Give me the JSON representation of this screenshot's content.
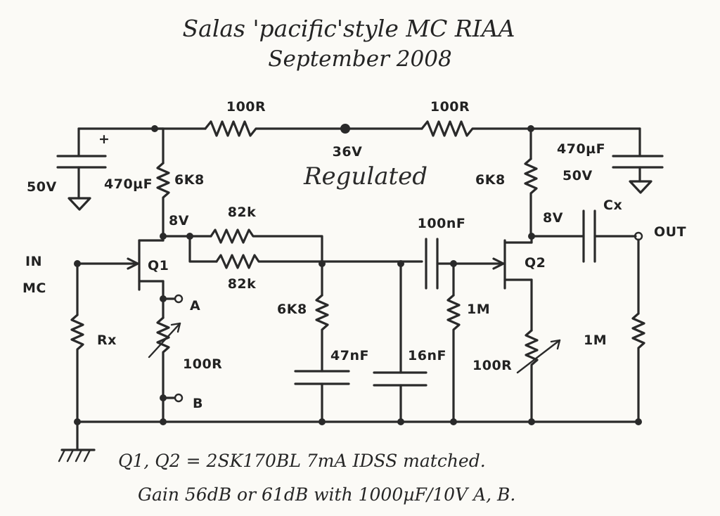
{
  "title": {
    "line1": "Salas 'pacific'style MC RIAA",
    "line2": "September 2008"
  },
  "rail": {
    "voltage": "36V",
    "note": "Regulated"
  },
  "components": {
    "r_top_left": "100R",
    "r_top_right": "100R",
    "c_left": "470µF",
    "c_left_volt": "50V",
    "c_left_plus": "+",
    "r_drain1": "6K8",
    "node_q1": "8V",
    "r_fb1": "82k",
    "r_fb2": "82k",
    "q1": "Q1",
    "q2": "Q2",
    "in_label": "IN",
    "mc_label": "MC",
    "rx": "Rx",
    "point_a": "A",
    "point_b": "B",
    "pot1": "100R",
    "r_mid": "6K8",
    "c47": "47nF",
    "c16": "16nF",
    "c100": "100nF",
    "r1m_left": "1M",
    "pot2": "100R",
    "r_drain2": "6K8",
    "c_right": "470µF",
    "c_right_volt": "50V",
    "node_q2": "8V",
    "cx": "Cx",
    "out_label": "OUT",
    "r1m_out": "1M"
  },
  "notes": {
    "line1": "Q1, Q2 = 2SK170BL 7mA IDSS matched.",
    "line2": "Gain 56dB or 61dB with 1000µF/10V A, B."
  }
}
